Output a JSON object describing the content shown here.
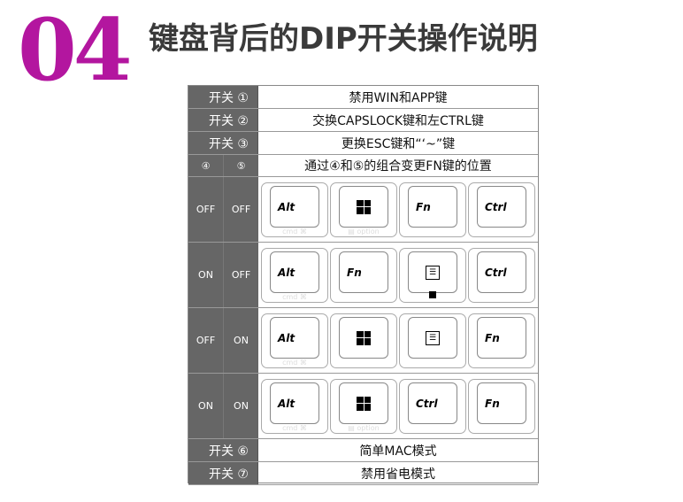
{
  "number": "04",
  "title": "键盘背后的DIP开关操作说明",
  "rows": [
    {
      "label": "开关 ①",
      "text": "禁用WIN和APP键"
    },
    {
      "label": "开关 ②",
      "text": "交换CAPSLOCK键和左CTRL键"
    },
    {
      "label": "开关 ③",
      "text": "更换ESC键和“‘~”键"
    }
  ],
  "header45": {
    "a": "④",
    "b": "⑤",
    "text": "通过④和⑤的组合变更FN键的位置"
  },
  "combos": [
    {
      "s4": "OFF",
      "s5": "OFF",
      "keys": [
        {
          "t": "Alt",
          "sub": "cmd ⌘"
        },
        {
          "icon": "win",
          "sub": "▤ option"
        },
        {
          "t": "Fn"
        },
        {
          "t": "Ctrl"
        }
      ]
    },
    {
      "s4": "ON",
      "s5": "OFF",
      "keys": [
        {
          "t": "Alt",
          "sub": "cmd ⌘"
        },
        {
          "t": "Fn"
        },
        {
          "icon": "menu",
          "subwin": true
        },
        {
          "t": "Ctrl"
        }
      ]
    },
    {
      "s4": "OFF",
      "s5": "ON",
      "keys": [
        {
          "t": "Alt",
          "sub": "cmd ⌘"
        },
        {
          "icon": "win"
        },
        {
          "icon": "menu"
        },
        {
          "t": "Fn"
        }
      ]
    },
    {
      "s4": "ON",
      "s5": "ON",
      "keys": [
        {
          "t": "Alt",
          "sub": "cmd ⌘"
        },
        {
          "icon": "win",
          "sub": "▤ option"
        },
        {
          "t": "Ctrl"
        },
        {
          "t": "Fn"
        }
      ]
    }
  ],
  "rows2": [
    {
      "label": "开关 ⑥",
      "text": "简单MAC模式"
    },
    {
      "label": "开关 ⑦",
      "text": "禁用省电模式"
    }
  ]
}
